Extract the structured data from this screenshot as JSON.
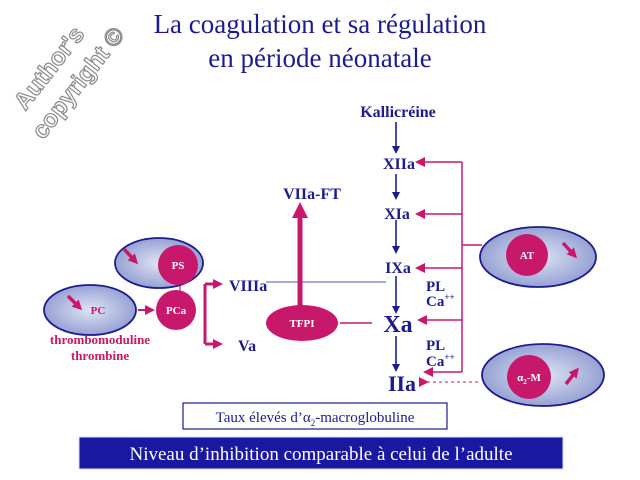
{
  "watermark": {
    "line1": "Author's",
    "line2": "copyright ©"
  },
  "title": {
    "line1": "La coagulation et sa régulation",
    "line2": "en période néonatale"
  },
  "cascade": {
    "kallicreine": "Kallicréine",
    "xiia": "XIIa",
    "xia": "XIa",
    "ixa": "IXa",
    "xa": "Xa",
    "iia": "IIa",
    "viia_ft": "VIIa-FT",
    "viiia": "VIIIa",
    "va": "Va",
    "pl1": "PL",
    "ca1": "Ca",
    "ca1_sup": "++",
    "pl2": "PL",
    "ca2": "Ca",
    "ca2_sup": "++"
  },
  "inhibitors": {
    "ps": "PS",
    "pc": "PC",
    "pca": "PCa",
    "tfpi": "TFPI",
    "at": "AT",
    "a2m_alpha": "α",
    "a2m_sub": "2",
    "a2m_suffix": "-M"
  },
  "cofactors": {
    "line1": "thrombomoduline",
    "line2": "thrombine"
  },
  "boxes": {
    "taux_prefix": "Taux élevés d’",
    "taux_alpha": "α",
    "taux_sub": "2",
    "taux_suffix": "-macroglobuline",
    "niveau": "Niveau d’inhibition comparable à celui de l’adulte"
  },
  "colors": {
    "navy": "#1c1c8c",
    "magenta": "#c8186c",
    "ellipse_fill": "#aab4dc",
    "banner_bg": "#1818a0"
  }
}
